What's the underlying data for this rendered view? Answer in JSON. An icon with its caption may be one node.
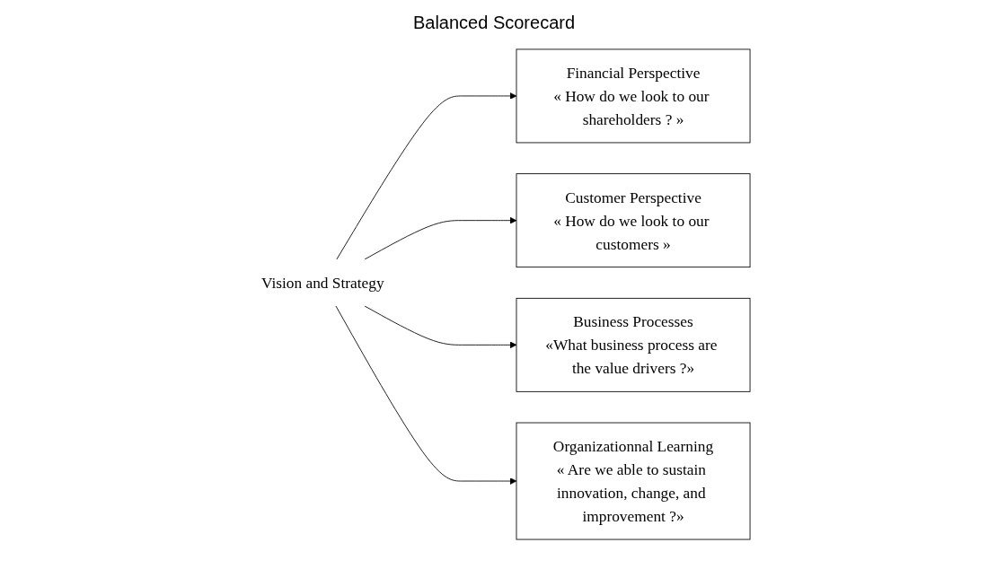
{
  "diagram": {
    "title": "Balanced Scorecard",
    "nodes": [
      {
        "text": [
          "Financial Perspective",
          "« How do we look to our shareholders ? »"
        ]
      },
      {
        "text": [
          "Customer Perspective",
          "« How do we look to our customers »"
        ]
      },
      {
        "text": [
          "Vision and Strategy"
        ]
      },
      {
        "text": [
          "Business Processes",
          "«What business process are the value drivers ?»"
        ]
      },
      {
        "text": [
          "Organizationnal Learning",
          "« Are we able to sustain innovation, change, and improvement ?»"
        ]
      }
    ],
    "edges": [
      {
        "from": 2,
        "to": 0,
        "arrow": "to"
      },
      {
        "from": 2,
        "to": 1,
        "arrow": "to"
      },
      {
        "from": 2,
        "to": 3,
        "arrow": "to"
      },
      {
        "from": 2,
        "to": 4,
        "arrow": "to"
      }
    ]
  }
}
